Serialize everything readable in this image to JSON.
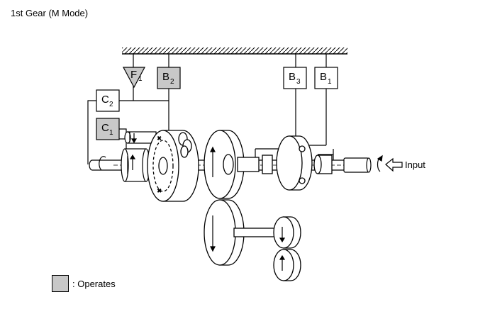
{
  "title": "1st Gear (M Mode)",
  "components": {
    "f1": {
      "main": "F",
      "sub": "1",
      "operates": true
    },
    "b2": {
      "main": "B",
      "sub": "2",
      "operates": true
    },
    "b3": {
      "main": "B",
      "sub": "3",
      "operates": false
    },
    "b1": {
      "main": "B",
      "sub": "1",
      "operates": false
    },
    "c2": {
      "main": "C",
      "sub": "2",
      "operates": false
    },
    "c1": {
      "main": "C",
      "sub": "1",
      "operates": true
    }
  },
  "input_label": "Input",
  "legend": {
    "label": ": Operates",
    "color": "#c8c8c8"
  }
}
